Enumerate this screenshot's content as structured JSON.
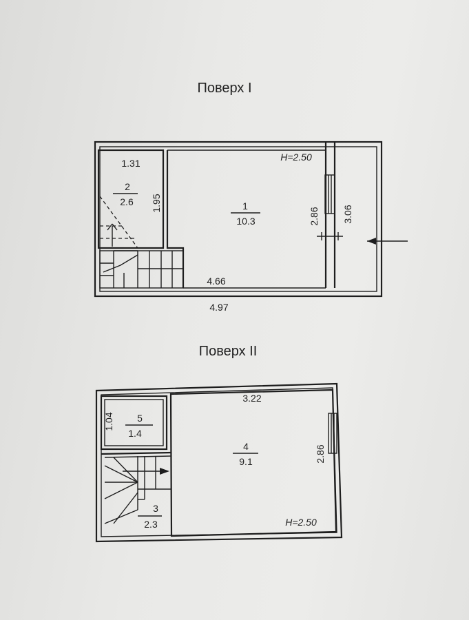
{
  "floor1": {
    "title": "Поверх І",
    "height_label": "H=2.50",
    "room1": {
      "number": "1",
      "area": "10.3"
    },
    "room2": {
      "number": "2",
      "area": "2.6"
    },
    "dims": {
      "width_top_room2": "1.31",
      "height_room2": "1.95",
      "height_room1": "2.86",
      "height_side": "3.06",
      "inner_width": "4.66",
      "total_width": "4.97"
    }
  },
  "floor2": {
    "title": "Поверх ІІ",
    "height_label": "H=2.50",
    "room3": {
      "number": "3",
      "area": "2.3"
    },
    "room4": {
      "number": "4",
      "area": "9.1"
    },
    "room5": {
      "number": "5",
      "area": "1.4"
    },
    "dims": {
      "width_room4": "3.22",
      "height_room5": "1.04",
      "height_room4": "2.86"
    }
  }
}
